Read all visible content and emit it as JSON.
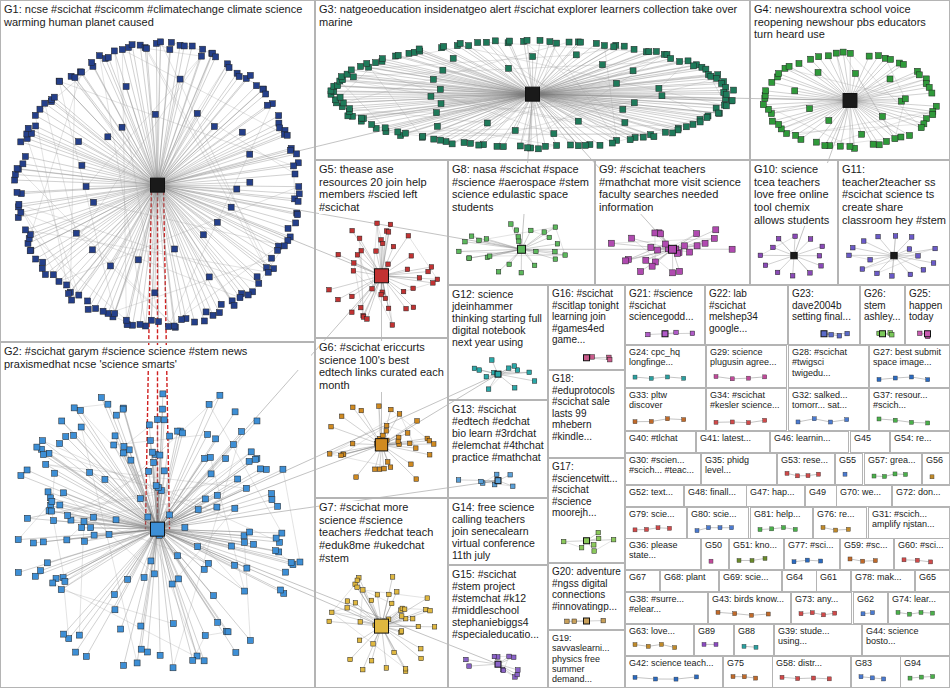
{
  "diagram": {
    "nodes": [
      {
        "text": [
          "G1: ncse #scichat #scicomm #climatechange climate science warming human planet caused"
        ]
      },
      {
        "text": [
          "G2: #scichat garym #science science #stem news praxismedhat ncse 'science smarts'"
        ]
      },
      {
        "text": [
          "G3: natgeoeducation insidenatgeo alert #scichat explorer learners collection take over marine"
        ]
      },
      {
        "text": [
          "G4: newshourextra school voice reopening newshour pbs educators turn heard use"
        ]
      },
      {
        "text": [
          "G5: thease ase resources 20 join help members #scied left #scichat"
        ]
      },
      {
        "text": [
          "G8: nasa #scichat #space #science #aerospace #stem science edulastic space students"
        ]
      },
      {
        "text": [
          "G9: #scichat teachers #mathchat more visit science faculty searches needed information"
        ]
      },
      {
        "text": [
          "G10: science tcea teachers love free online tool chemix allows students"
        ]
      },
      {
        "text": [
          "G11: teacher2teacher ss #scichat science ts create share classroom hey #stem"
        ]
      },
      {
        "text": [
          "G6: #scichat ericcurts science 100's best edtech links curated each month"
        ]
      },
      {
        "text": [
          "G7: #scichat more science #science teachers #edchat teach #eduk8me #ukedchat #stem"
        ]
      },
      {
        "text": [
          "G12: science jdeinhammer thinking starting full digital notebook next year using"
        ]
      },
      {
        "text": [
          "G13: #scichat #edtech #edchat bio learn #3rdchat #elemchat #4thchat practice #mathchat"
        ]
      },
      {
        "text": [
          "G14: free science calling teachers join senecalearn virtual conference 11th july"
        ]
      },
      {
        "text": [
          "G15: #scichat #stem project #stemchat #k12 #middleschool stephaniebiggs4 #specialeducatio..."
        ]
      },
      {
        "text": [
          "G16: #scichat #scitlap tonight learning join #games4ed game..."
        ]
      },
      {
        "text": [
          "G18: #eduprotocols #scichat sale lasts 99 mhebern #kindle..."
        ]
      },
      {
        "text": [
          "G17: #sciencetwitt... #scichat #science moorejh..."
        ]
      },
      {
        "text": [
          "G20: adventure #ngss digital connections #innovatingp..."
        ]
      },
      {
        "text": [
          "G19: savvaslearni... physics free summer demand..."
        ]
      },
      {
        "text": [
          "G21: #science #scichat sciencegodd..."
        ]
      },
      {
        "text": [
          "G22: lab #scichat melshep34 google..."
        ]
      },
      {
        "text": [
          "G23: dave2004b setting final..."
        ]
      },
      {
        "text": [
          "G26: stem ashley..."
        ]
      },
      {
        "text": [
          "G25: happen today"
        ]
      },
      {
        "text": [
          "G24: cpc_hq longfinge..."
        ]
      },
      {
        "text": [
          "G29: science plugusin agree..."
        ]
      },
      {
        "text": [
          "G28: #scichat #twigsci twigedu..."
        ]
      },
      {
        "text": [
          "G27: best submit space image..."
        ]
      },
      {
        "text": [
          "G33: pltw discover"
        ]
      },
      {
        "text": [
          "G34: #scichat #kesler science..."
        ]
      },
      {
        "text": [
          "G32: salked... tomorr... sat..."
        ]
      },
      {
        "text": [
          "G37: resour... #scich..."
        ]
      },
      {
        "text": [
          "G40: #tlchat"
        ]
      },
      {
        "text": [
          "G41: latest..."
        ]
      },
      {
        "text": [
          "G46: learnin..."
        ]
      },
      {
        "text": [
          "G45"
        ]
      },
      {
        "text": [
          "G54: re..."
        ]
      },
      {
        "text": [
          "G30: #scien... #scich... #teac..."
        ]
      },
      {
        "text": [
          "G35: phidg level..."
        ]
      },
      {
        "text": [
          "G53: rese..."
        ]
      },
      {
        "text": [
          "G55"
        ]
      },
      {
        "text": [
          "G57: grea..."
        ]
      },
      {
        "text": [
          "G56"
        ]
      },
      {
        "text": [
          "G52: text..."
        ]
      },
      {
        "text": [
          "G48: finall..."
        ]
      },
      {
        "text": [
          "G47: hap..."
        ]
      },
      {
        "text": [
          "G49"
        ]
      },
      {
        "text": [
          "G70: we..."
        ]
      },
      {
        "text": [
          "G72: don..."
        ]
      },
      {
        "text": [
          "G79: scie..."
        ]
      },
      {
        "text": [
          "G80: scie..."
        ]
      },
      {
        "text": [
          "G81: help..."
        ]
      },
      {
        "text": [
          "G76: re..."
        ]
      },
      {
        "text": [
          "G31: #scich... amplify njstan..."
        ]
      },
      {
        "text": [
          "G36: please state..."
        ]
      },
      {
        "text": [
          "G50"
        ]
      },
      {
        "text": [
          "G51: kno..."
        ]
      },
      {
        "text": [
          "G77: #sci..."
        ]
      },
      {
        "text": [
          "G59: #sc..."
        ]
      },
      {
        "text": [
          "G60: #sci..."
        ]
      },
      {
        "text": [
          "G67"
        ]
      },
      {
        "text": [
          "G68: plant"
        ]
      },
      {
        "text": [
          "G69: scie..."
        ]
      },
      {
        "text": [
          "G64"
        ]
      },
      {
        "text": [
          "G61"
        ]
      },
      {
        "text": [
          "G78: mak..."
        ]
      },
      {
        "text": [
          "G65"
        ]
      },
      {
        "text": [
          "G38: #surre... #elear..."
        ]
      },
      {
        "text": [
          "G43: birds know..."
        ]
      },
      {
        "text": [
          "G73: any..."
        ]
      },
      {
        "text": [
          "G62"
        ]
      },
      {
        "text": [
          "G74: lear..."
        ]
      },
      {
        "text": [
          "G63: love..."
        ]
      },
      {
        "text": [
          "G89"
        ]
      },
      {
        "text": [
          "G88"
        ]
      },
      {
        "text": [
          "G39: stude... using..."
        ]
      },
      {
        "text": [
          "G44: science bosto..."
        ]
      },
      {
        "text": [
          "G42: science teach..."
        ]
      },
      {
        "text": [
          "G75"
        ]
      },
      {
        "text": [
          "G58: distr..."
        ]
      },
      {
        "text": [
          "G83"
        ]
      },
      {
        "text": [
          "G94"
        ]
      }
    ]
  }
}
